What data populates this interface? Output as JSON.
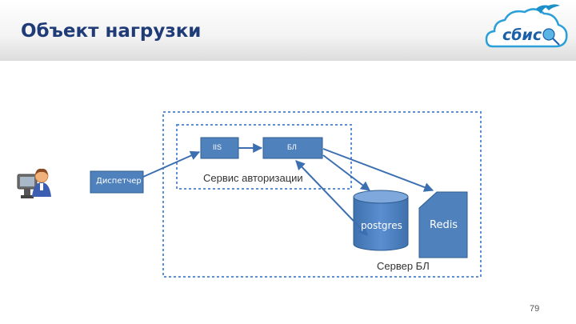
{
  "slide": {
    "title": "Объект нагрузки",
    "page_number": "79"
  },
  "logo": {
    "text": "сбис",
    "colors": {
      "cloud": "#2a9fd8",
      "text": "#1b5fa8",
      "bird": "#1b8fc8"
    }
  },
  "diagram": {
    "dispatcher_label": "Диспетчер",
    "nodes": {
      "iis": "IIS",
      "bl": "БЛ",
      "postgres": "postgres",
      "redis": "Redis"
    },
    "groups": {
      "auth_service": "Сервис авторизации",
      "bl_server": "Сервер БЛ"
    },
    "colors": {
      "node_fill": "#4f81bd",
      "node_stroke": "#2f5d8f",
      "arrow": "#3b6fb0",
      "border": "#5b8fd6"
    }
  }
}
